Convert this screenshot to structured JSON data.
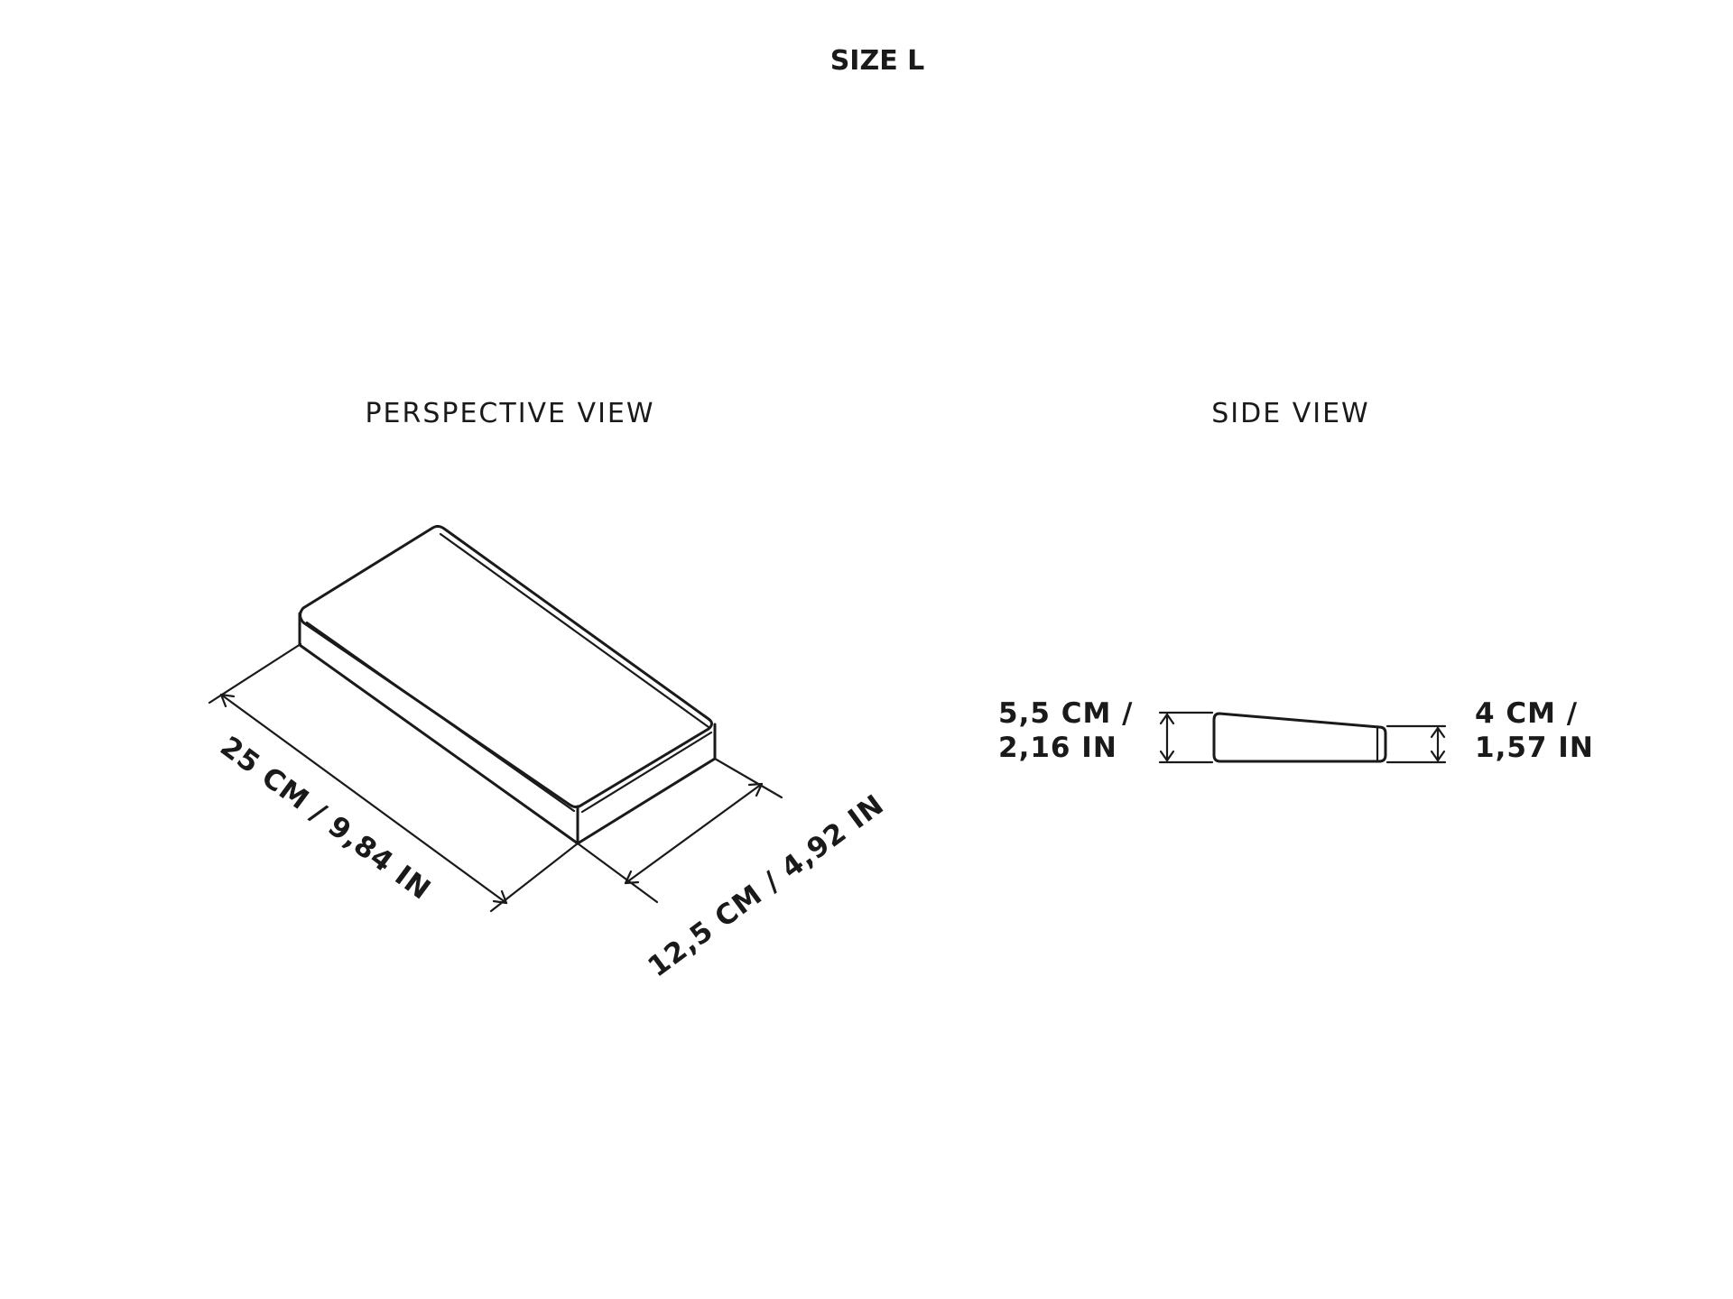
{
  "title": "SIZE L",
  "perspective_view": {
    "heading": "PERSPECTIVE VIEW",
    "length_label": "25 CM / 9,84 IN",
    "width_label": "12,5 CM / 4,92 IN"
  },
  "side_view": {
    "heading": "SIDE VIEW",
    "left_height_label_line1": "5,5 CM /",
    "left_height_label_line2": "2,16 IN",
    "right_height_label_line1": "4 CM /",
    "right_height_label_line2": "1,57 IN"
  },
  "colors": {
    "ink": "#1a1a1a",
    "background": "#ffffff"
  }
}
